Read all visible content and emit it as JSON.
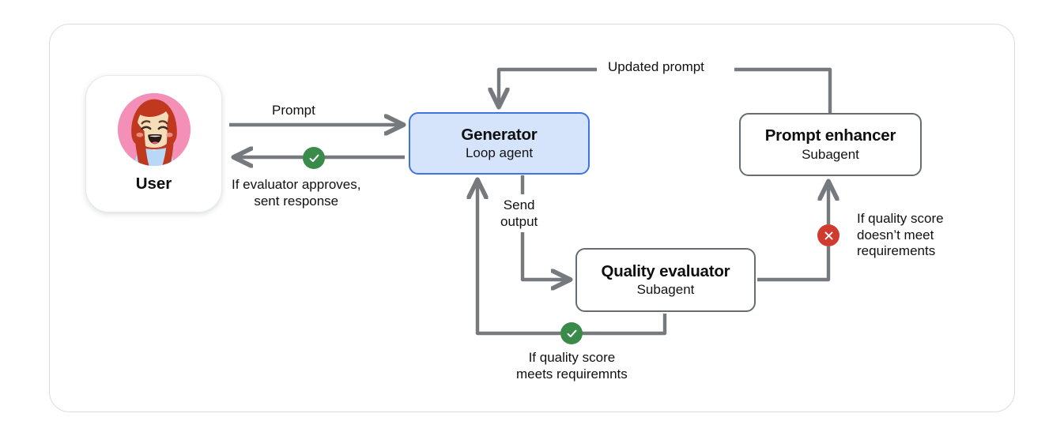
{
  "diagram": {
    "title": "Generator loop agent with quality evaluator and prompt enhancer subagents",
    "colors": {
      "frame_border": "#dadce0",
      "wire": "#76797e",
      "generator_fill": "#d6e4fb",
      "generator_border": "#3f73e3",
      "node_border": "#676c72",
      "success": "#3a8a4a",
      "failure": "#d03b2f",
      "avatar_bg": "#f48fb8",
      "avatar_hair": "#c0391f",
      "avatar_skin": "#f6ddb9",
      "avatar_shirt": "#b9d7f7"
    },
    "nodes": {
      "user": {
        "label": "User",
        "icon": "user-avatar-icon"
      },
      "generator": {
        "title": "Generator",
        "subtitle": "Loop agent"
      },
      "prompt_enhancer": {
        "title": "Prompt enhancer",
        "subtitle": "Subagent"
      },
      "quality_evaluator": {
        "title": "Quality evaluator",
        "subtitle": "Subagent"
      }
    },
    "edges": {
      "prompt": {
        "label": "Prompt"
      },
      "approve": {
        "label": "If evaluator approves,\nsent response",
        "badge": "check-circle-icon"
      },
      "updated_prompt": {
        "label": "Updated prompt"
      },
      "send_output": {
        "label": "Send\noutput"
      },
      "meets_requirements": {
        "label": "If quality score\nmeets requiremnts",
        "badge": "check-circle-icon"
      },
      "fails_requirements": {
        "label": "If quality score\ndoesn’t meet\nrequirements",
        "badge": "x-circle-icon"
      }
    }
  }
}
